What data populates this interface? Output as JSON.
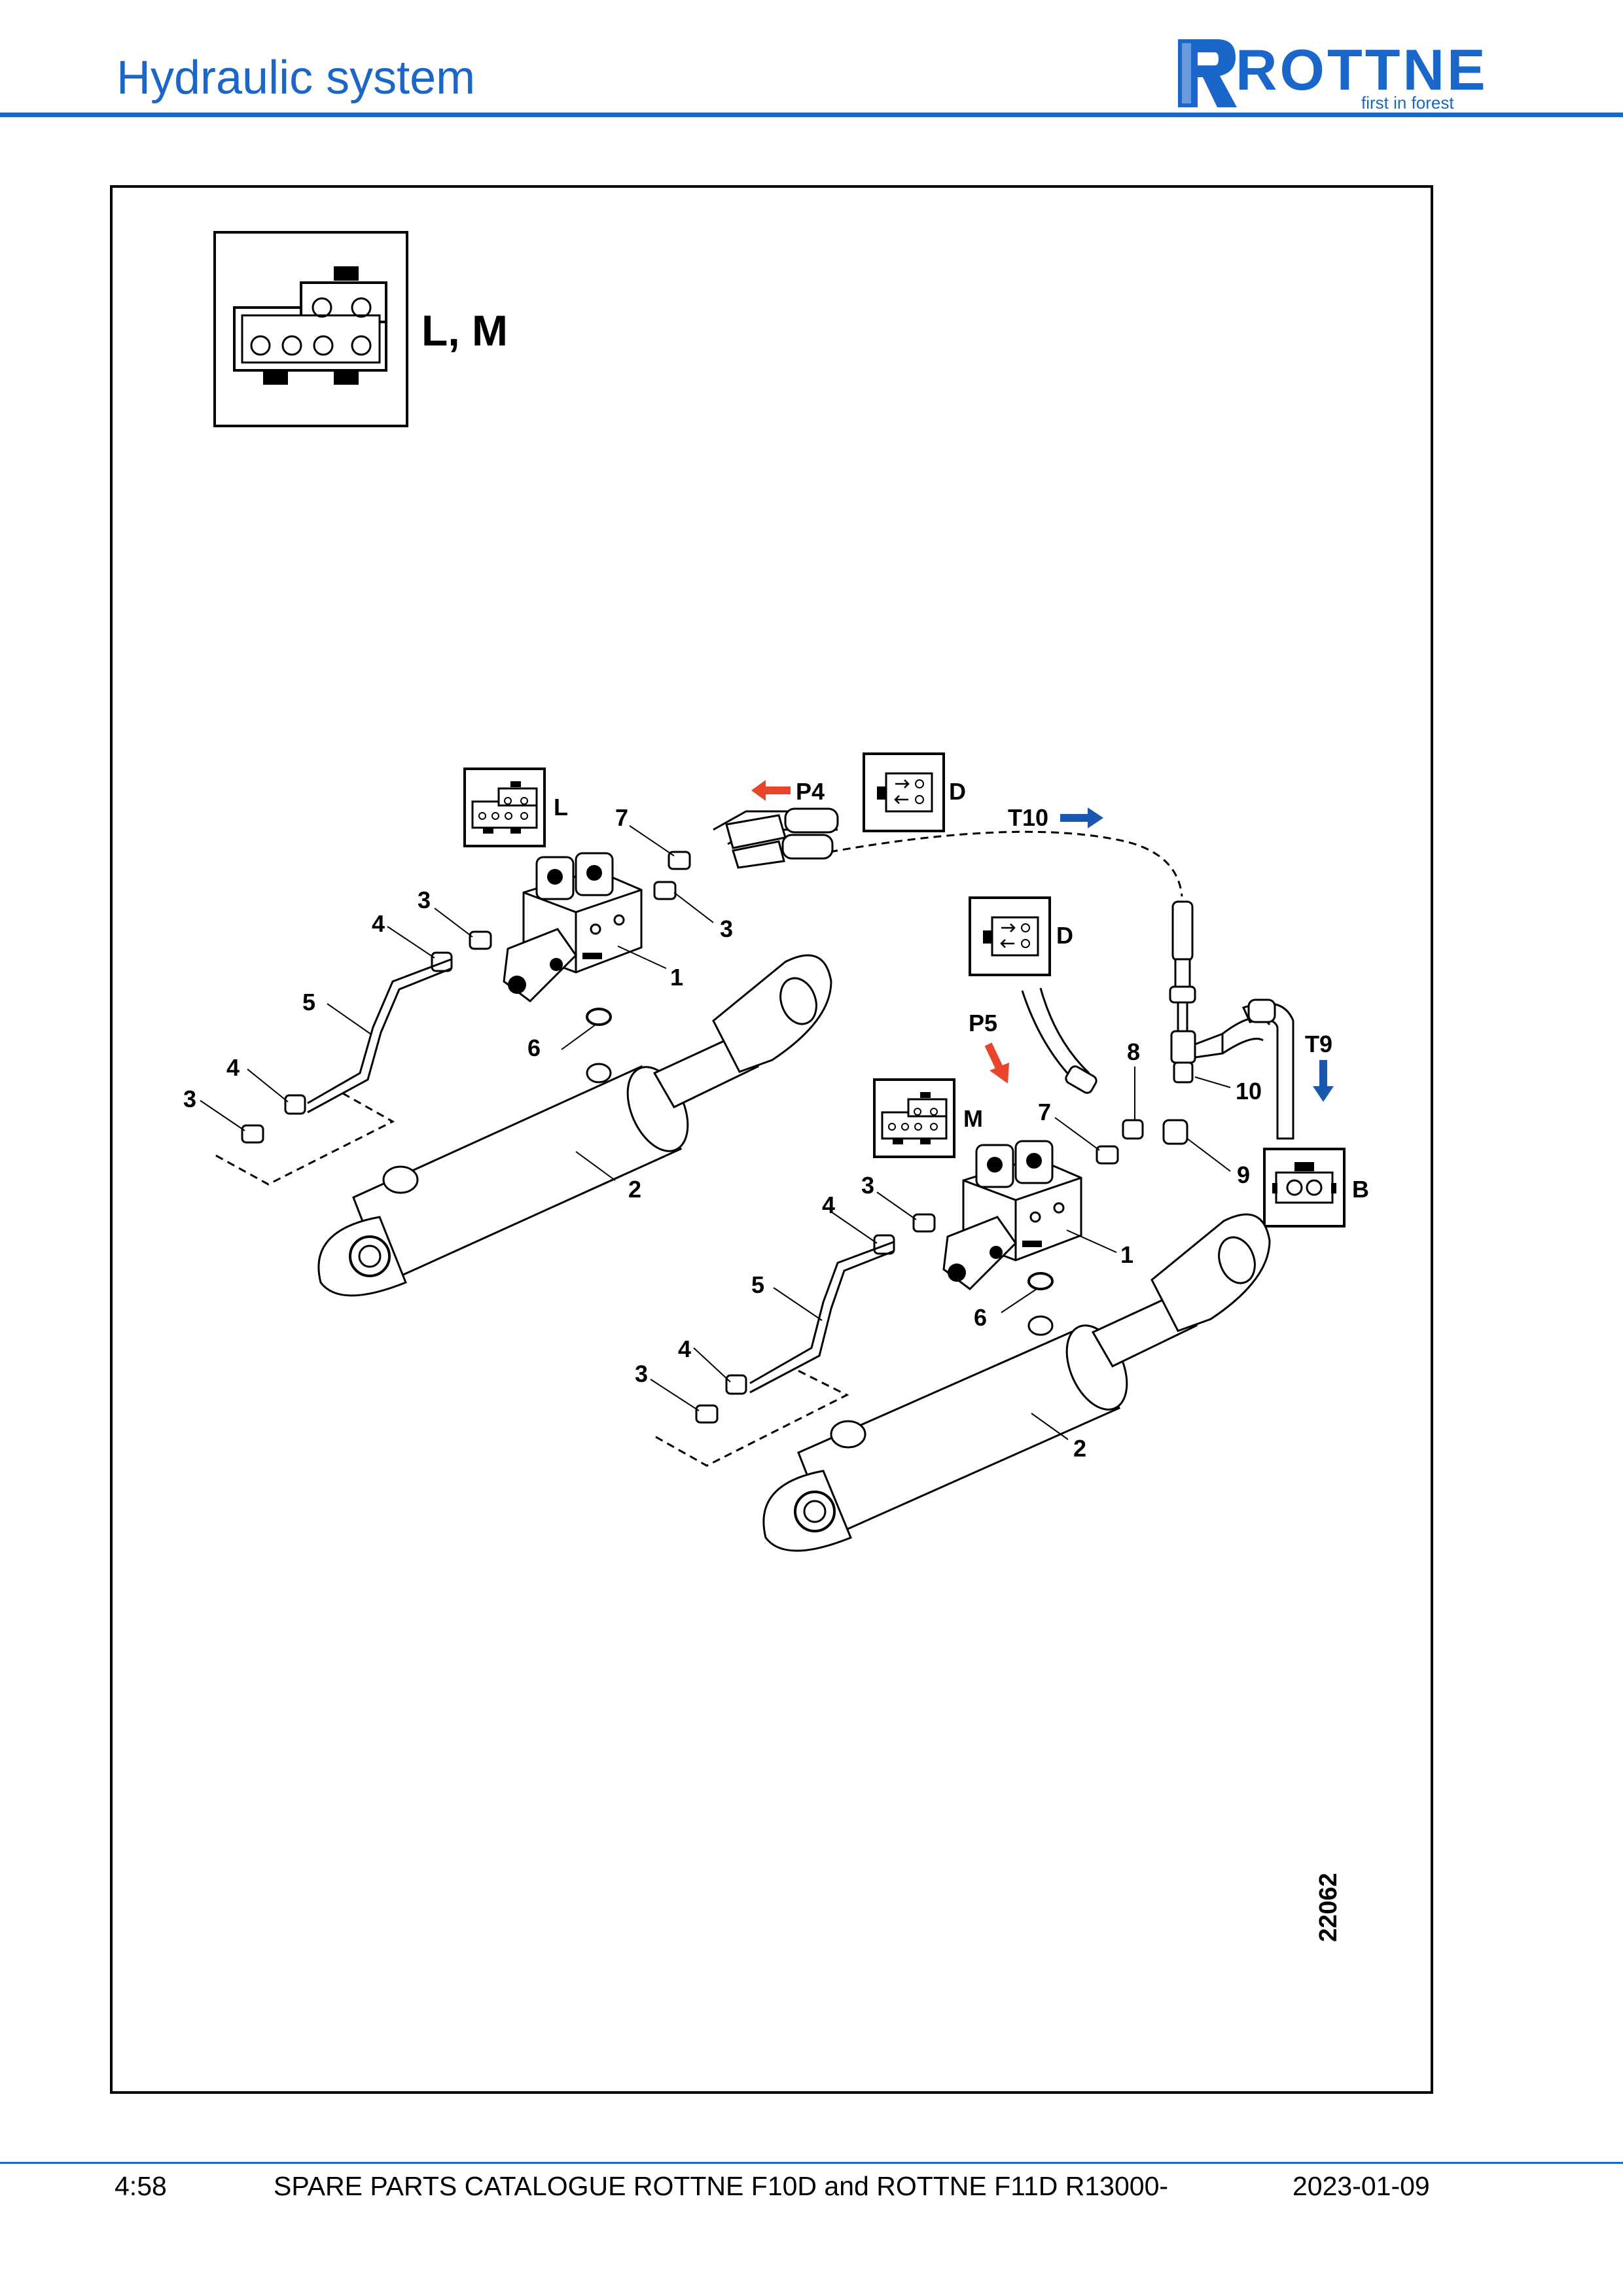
{
  "header": {
    "title": "Hydraulic system",
    "logo_text": "ROTTNE",
    "logo_slogan": "first in forest",
    "brand_color": "#1a66c9"
  },
  "diagram": {
    "key_label": "L, M",
    "connector_labels": {
      "l": "L",
      "m": "M",
      "d_top": "D",
      "d_mid": "D",
      "b": "B"
    },
    "flow_labels": {
      "p4": "P4",
      "p5": "P5",
      "t10": "T10",
      "t9": "T9"
    },
    "pressure_arrow_color": "#e8452a",
    "tank_arrow_color": "#1a58b0",
    "part_numbers": {
      "upper": {
        "n7": "7",
        "n3_left": "3",
        "n4_left": "4",
        "n3_right": "3",
        "n1": "1",
        "n5": "5",
        "n6": "6",
        "n4_low": "4",
        "n3_low": "3",
        "n2": "2"
      },
      "lower": {
        "n8": "8",
        "n10": "10",
        "n7": "7",
        "n9": "9",
        "n3_left": "3",
        "n4_left": "4",
        "n1": "1",
        "n5": "5",
        "n6": "6",
        "n4_low": "4",
        "n3_low": "3",
        "n2": "2"
      }
    },
    "figure_number": "22062"
  },
  "footer": {
    "page": "4:58",
    "title": "SPARE PARTS CATALOGUE ROTTNE F10D and ROTTNE F11D R13000-",
    "date": "2023-01-09"
  }
}
